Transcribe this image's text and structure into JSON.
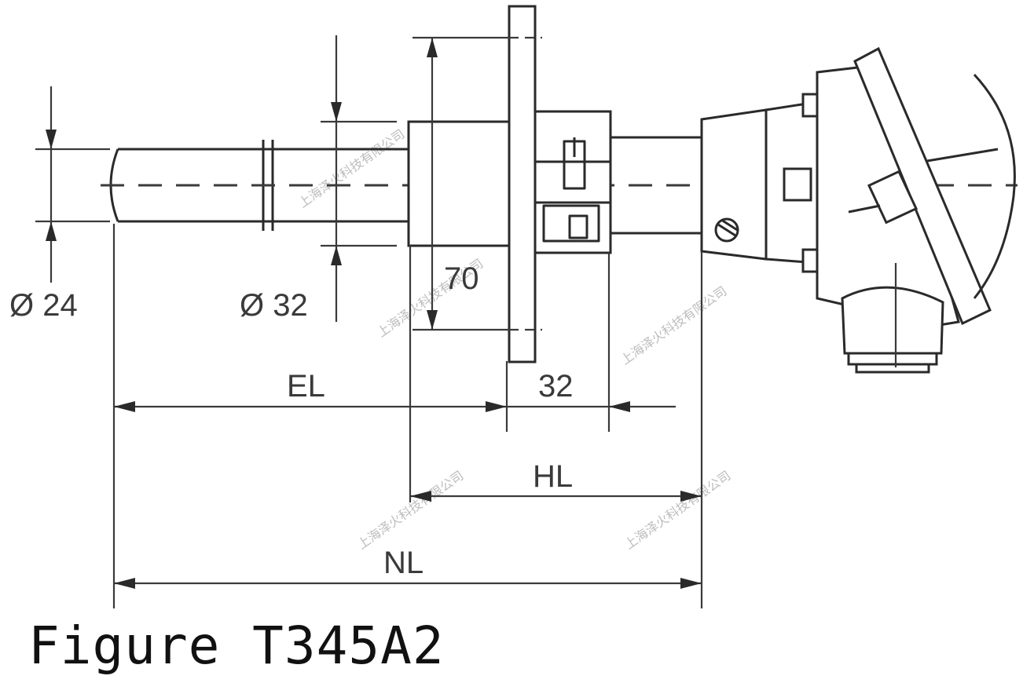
{
  "figure": {
    "caption": "Figure T345A2"
  },
  "dimensions": {
    "dia_tip": "Ø 24",
    "dia_tube": "Ø 32",
    "flange_height": "70",
    "flange_gap": "32",
    "el": "EL",
    "hl": "HL",
    "nl": "NL"
  },
  "watermark": {
    "text": "上海泽火科技有限公司"
  },
  "colors": {
    "line": "#2a2a2a",
    "background": "#ffffff",
    "watermark": "#bdbdbd"
  }
}
